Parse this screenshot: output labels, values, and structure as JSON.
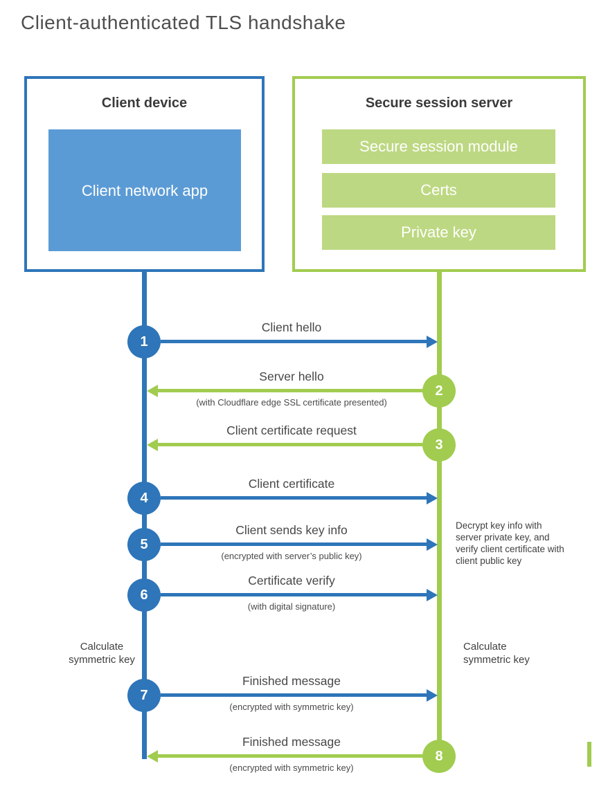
{
  "title": "Client-authenticated TLS handshake",
  "colors": {
    "blue": "#2e75b9",
    "blue_light": "#5b9bd5",
    "green": "#a1cc4f",
    "green_light": "#bdd882"
  },
  "client": {
    "title": "Client device",
    "app": "Client network app"
  },
  "server": {
    "title": "Secure session server",
    "modules": [
      "Secure session module",
      "Certs",
      "Private key"
    ]
  },
  "steps": [
    {
      "num": "1",
      "label": "Client hello",
      "sub": ""
    },
    {
      "num": "2",
      "label": "Server hello",
      "sub": "(with Cloudflare edge SSL certificate presented)"
    },
    {
      "num": "3",
      "label": "Client certificate request",
      "sub": ""
    },
    {
      "num": "4",
      "label": "Client certificate",
      "sub": ""
    },
    {
      "num": "5",
      "label": "Client sends key info",
      "sub": "(encrypted with server’s public key)"
    },
    {
      "num": "6",
      "label": "Certificate verify",
      "sub": "(with digital signature)"
    },
    {
      "num": "7",
      "label": "Finished message",
      "sub": "(encrypted with symmetric key)"
    },
    {
      "num": "8",
      "label": "Finished message",
      "sub": "(encrypted with symmetric key)"
    }
  ],
  "notes": {
    "decrypt": "Decrypt key info with server private key, and verify client certificate with client public key",
    "calc_client": "Calculate symmetric key",
    "calc_server": "Calculate symmetric key"
  }
}
